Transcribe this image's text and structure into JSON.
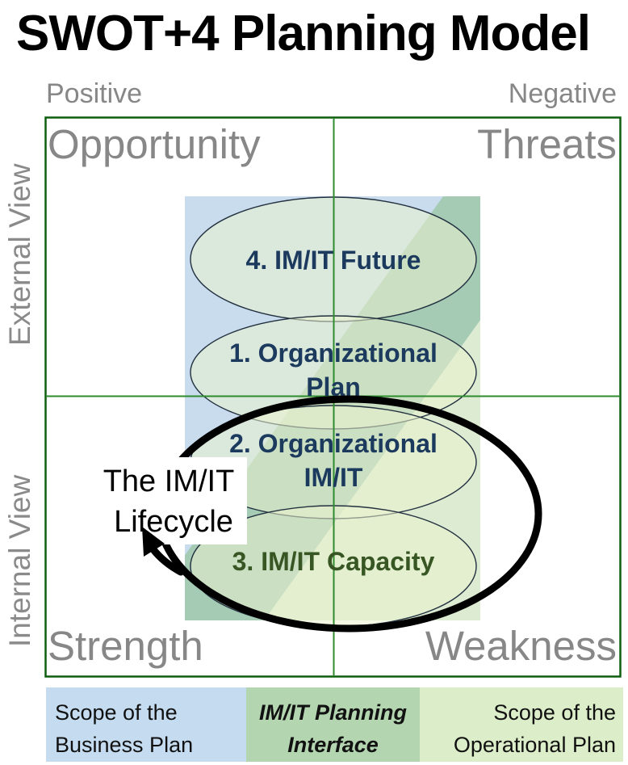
{
  "title": "SWOT+4 Planning Model",
  "axes": {
    "top_left": "Positive",
    "top_right": "Negative",
    "left_top": "External View",
    "left_bottom": "Internal View"
  },
  "quadrants": {
    "top_left": "Opportunity",
    "top_right": "Threats",
    "bottom_left": "Strength",
    "bottom_right": "Weakness"
  },
  "ellipses": [
    {
      "line1": "4. IM/IT Future",
      "line2": "",
      "text_color": "#1c3a5e"
    },
    {
      "line1": "1. Organizational",
      "line2": "Plan",
      "text_color": "#1c3a5e"
    },
    {
      "line1": "2. Organizational",
      "line2": "IM/IT",
      "text_color": "#1c3a5e"
    },
    {
      "line1": "3. IM/IT Capacity",
      "line2": "",
      "text_color": "#375623"
    }
  ],
  "lifecycle": {
    "line1": "The IM/IT",
    "line2": "Lifecycle"
  },
  "legend": [
    {
      "line1": "Scope of the",
      "line2": "Business Plan",
      "color": "#c5dcf0"
    },
    {
      "line1": "IM/IT Planning",
      "line2": "Interface",
      "color": "#b3d5b0"
    },
    {
      "line1": "Scope of the",
      "line2": "Operational Plan",
      "color": "#dcedc9"
    }
  ],
  "colors": {
    "grid_border": "#0e5e0e",
    "grid_divider": "#2e8b2e",
    "band_blue": "#c8dcee",
    "band_green": "#a5cbb5",
    "band_light_green": "#dcebd2",
    "ellipse_fill": "#ebf2cd",
    "ellipse_outline": "#22303f",
    "navy_text": "#1c3a5e",
    "dark_green_text": "#375623",
    "gray_text": "#878787",
    "lifecycle_stroke": "#000000"
  }
}
